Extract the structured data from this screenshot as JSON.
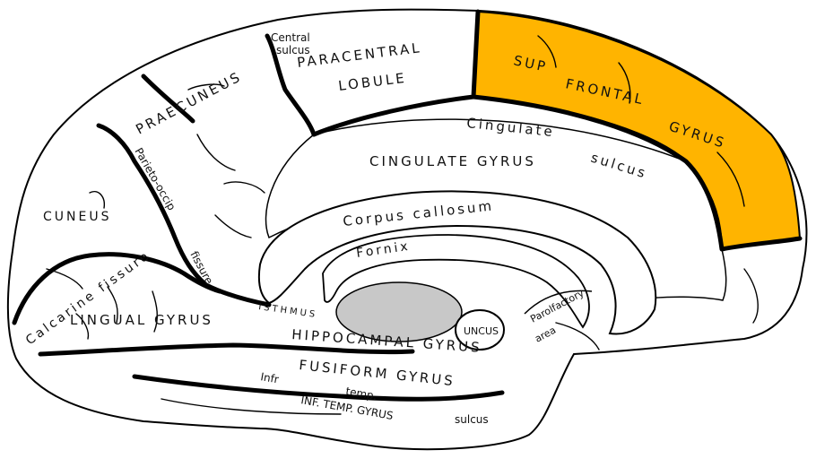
{
  "colors": {
    "highlight": "#FFB400",
    "brain_fill": "#FFFFFF",
    "ventricle": "#C8C8C8",
    "line": "#000000"
  },
  "labels": {
    "central_sulcus_1": "Central",
    "central_sulcus_2": "sulcus",
    "paracentral_1": "PARACENTRAL",
    "paracentral_2": "LOBULE",
    "sup_frontal_1": "SUP",
    "sup_frontal_2": "FRONTAL",
    "sup_frontal_3": "GYRUS",
    "praecuneus": "PRAECUNEUS",
    "cingulate_sulcus_1": "Cingulate",
    "cingulate_sulcus_2": "sulcus",
    "cingulate_gyrus": "CINGULATE GYRUS",
    "parieto_occip": "Parieto-occip",
    "fissure": "fissure",
    "cuneus": "CUNEUS",
    "corpus_callosum": "Corpus callosum",
    "fornix": "Fornix",
    "calcarine_fissure": "Calcarine fissure",
    "lingual_gyrus": "LINGUAL GYRUS",
    "isthmus": "ISTHMUS",
    "uncus": "UNCUS",
    "parolfactory_1": "Parolfactory",
    "parolfactory_2": "area",
    "hippocampal_gyrus": "HIPPOCAMPAL GYRUS",
    "fusiform_gyrus": "FUSIFORM GYRUS",
    "infr_temp_sulcus_1": "Infr",
    "infr_temp_sulcus_2": "temp.",
    "infr_temp_sulcus_3": "sulcus",
    "inf_temp_gyrus": "INF. TEMP. GYRUS"
  }
}
